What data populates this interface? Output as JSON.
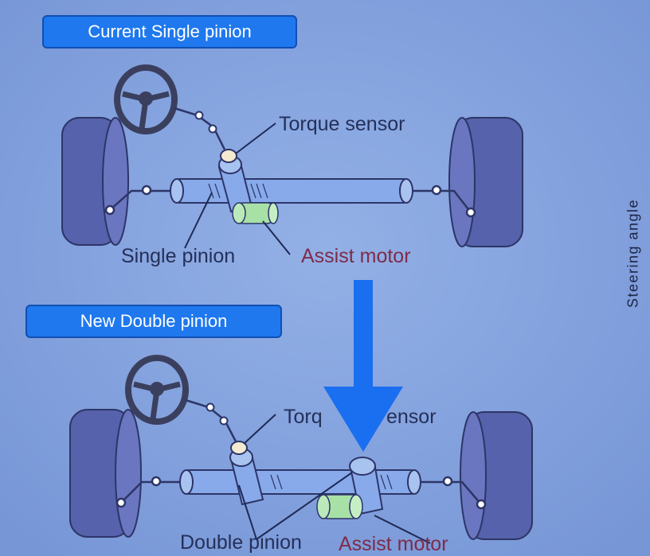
{
  "top_section": {
    "banner": "Current  Single pinion",
    "torque_sensor_label": "Torque sensor",
    "single_pinion_label": "Single pinion",
    "assist_motor_label": "Assist motor"
  },
  "bottom_section": {
    "banner": "New Double pinion",
    "torque_sensor_label_left": "Torq",
    "torque_sensor_label_right": "ensor",
    "double_pinion_label": "Double pinion",
    "assist_motor_label": "Assist motor"
  },
  "side_label": "Steering angle",
  "colors": {
    "background": "#7f9fdc",
    "banner": "#1f78ee",
    "arrow": "#1a6ef0",
    "wheel": "#5561a8",
    "rack": "#7fa4e8",
    "motor": "#a6e0a4"
  }
}
